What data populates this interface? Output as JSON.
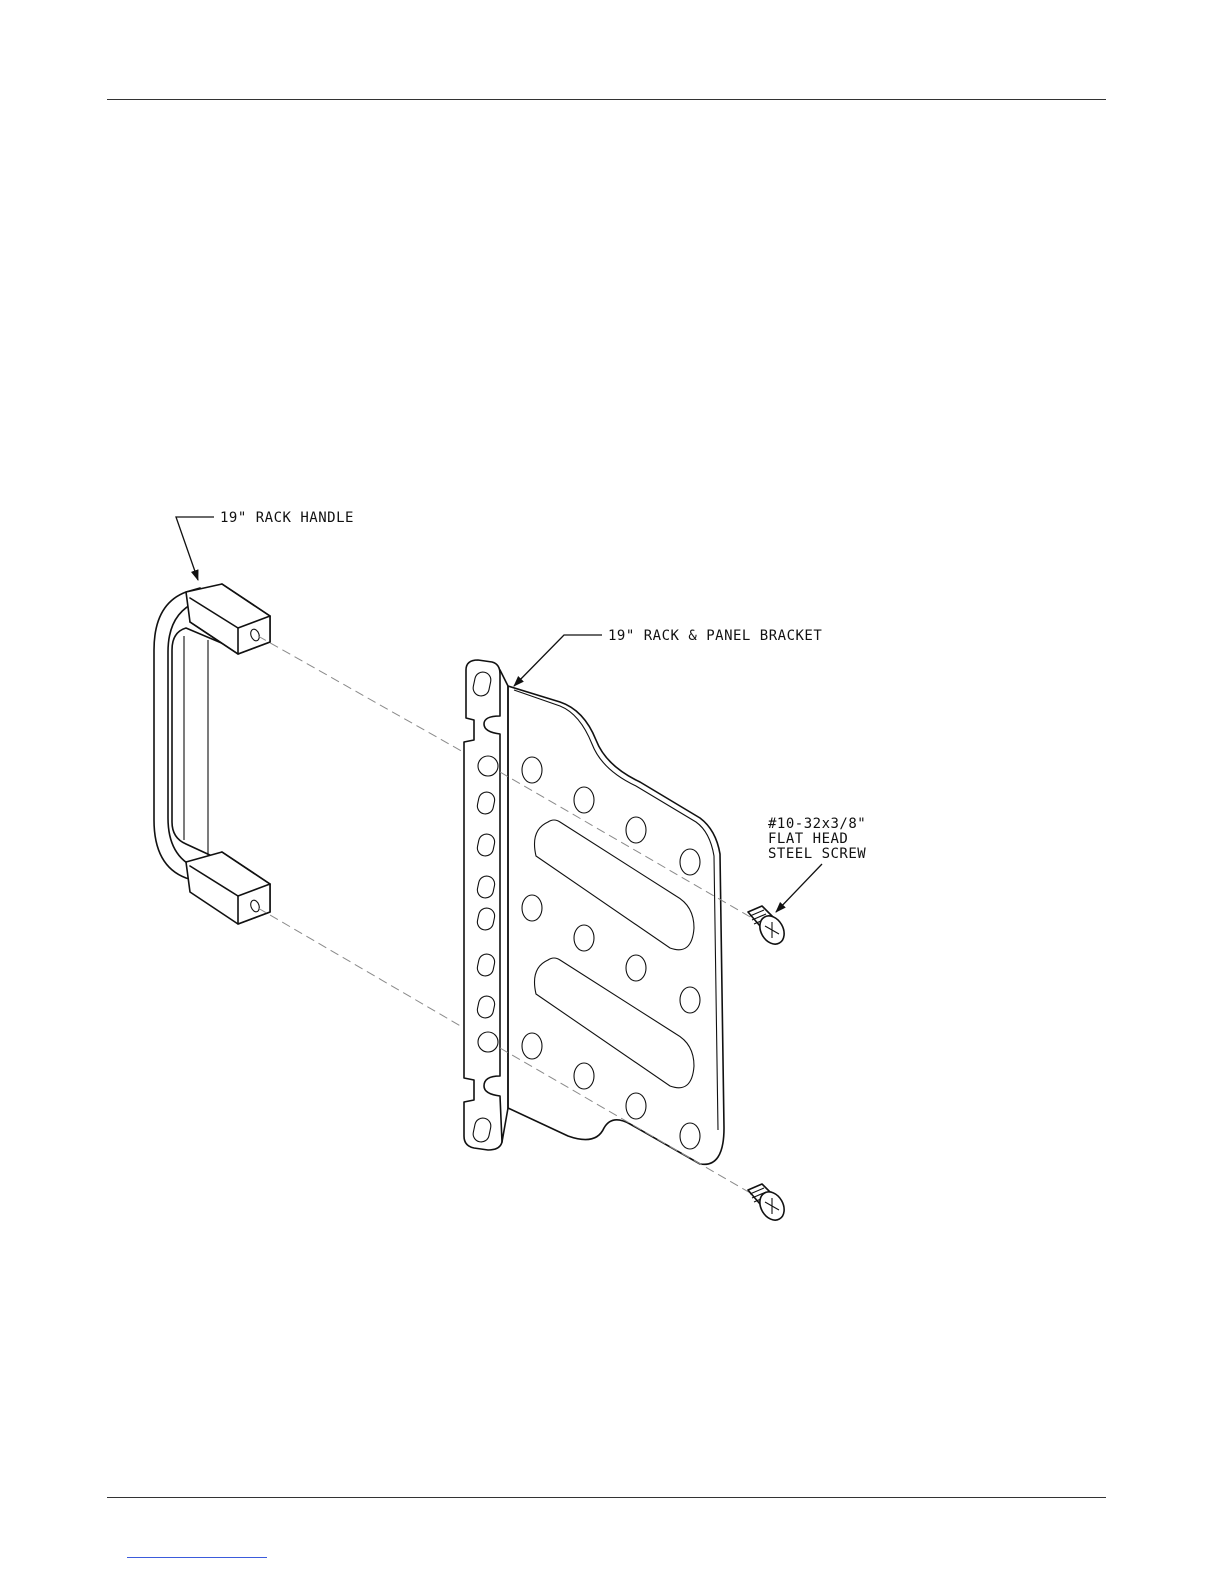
{
  "labels": {
    "handle": "19\" RACK HANDLE",
    "bracket": "19\" RACK & PANEL BRACKET",
    "screw_line1": "#10-32x3/8\"",
    "screw_line2": "FLAT HEAD",
    "screw_line3": "STEEL SCREW"
  },
  "colors": {
    "line": "#111111",
    "hidden_line": "#8a8a8a",
    "rule": "#333333",
    "link": "#3b5bdb"
  }
}
